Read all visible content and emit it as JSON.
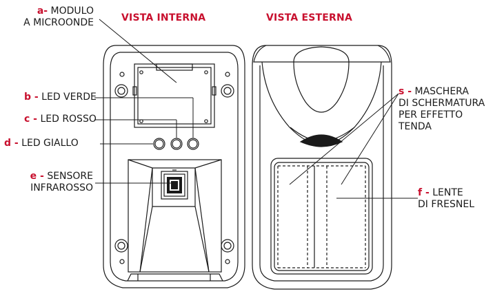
{
  "headings": {
    "internal": "VISTA INTERNA",
    "external": "VISTA ESTERNA"
  },
  "labels": {
    "a": {
      "letter": "a-",
      "line1": "MODULO",
      "line2": "A MICROONDE"
    },
    "b": {
      "letter": "b -",
      "text": "LED VERDE"
    },
    "c": {
      "letter": "c -",
      "text": "LED ROSSO"
    },
    "d": {
      "letter": "d -",
      "text": "LED GIALLO"
    },
    "e": {
      "letter": "e -",
      "line1": "SENSORE",
      "line2": "INFRAROSSO"
    },
    "s": {
      "letter": "s -",
      "line1": "MASCHERA",
      "line2": "DI SCHERMATURA",
      "line3": "PER EFFETTO",
      "line4": "TENDA"
    },
    "f": {
      "letter": "f -",
      "line1": "LENTE",
      "line2": "DI FRESNEL"
    }
  },
  "colors": {
    "accent": "#c8102e",
    "ink": "#1a1a1a",
    "background": "#ffffff"
  }
}
